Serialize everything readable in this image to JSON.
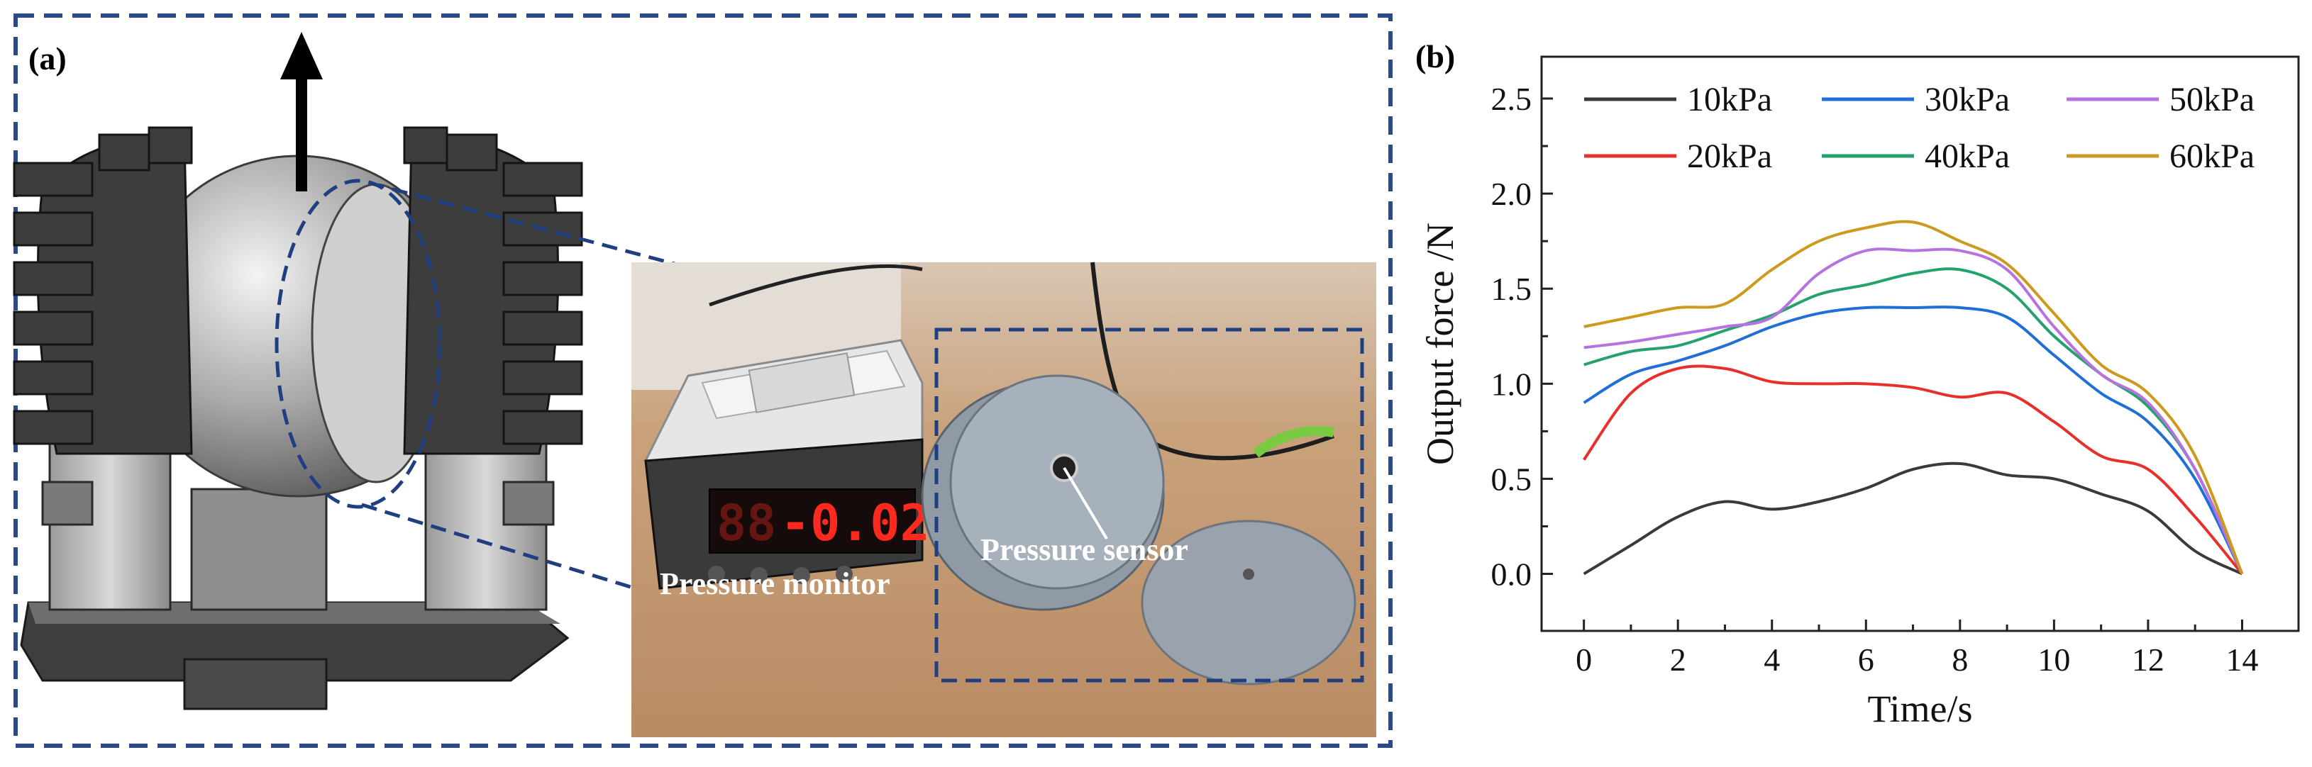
{
  "panel_a": {
    "label": "(a)",
    "photo_labels": {
      "pressure_monitor": "Pressure monitor",
      "pressure_sensor": "Pressure sensor"
    },
    "lcd_readout": "-0.02"
  },
  "chart_data": {
    "type": "line",
    "panel_label": "(b)",
    "xlabel": "Time/s",
    "ylabel": "Output force /N",
    "xlim": [
      -0.9,
      15.2
    ],
    "ylim": [
      -0.3,
      2.72
    ],
    "xticks": [
      0,
      2,
      4,
      6,
      8,
      10,
      12,
      14
    ],
    "yticks": [
      "0.0",
      "0.5",
      "1.0",
      "1.5",
      "2.0",
      "2.5"
    ],
    "grid": false,
    "legend": "top",
    "x": [
      0,
      1,
      2,
      3,
      4,
      5,
      6,
      7,
      8,
      9,
      10,
      11,
      12,
      13,
      14
    ],
    "series": [
      {
        "name": "10kPa",
        "color": "#3a3a3a",
        "values": [
          0.0,
          0.15,
          0.3,
          0.38,
          0.34,
          0.38,
          0.45,
          0.55,
          0.58,
          0.52,
          0.5,
          0.42,
          0.33,
          0.12,
          0.0
        ]
      },
      {
        "name": "20kPa",
        "color": "#e8302a",
        "values": [
          0.6,
          0.95,
          1.08,
          1.08,
          1.01,
          1.0,
          1.0,
          0.98,
          0.93,
          0.95,
          0.8,
          0.62,
          0.55,
          0.3,
          0.0
        ]
      },
      {
        "name": "30kPa",
        "color": "#1f6fd6",
        "values": [
          0.9,
          1.05,
          1.12,
          1.2,
          1.3,
          1.37,
          1.4,
          1.4,
          1.4,
          1.35,
          1.15,
          0.95,
          0.8,
          0.5,
          0.0
        ]
      },
      {
        "name": "40kPa",
        "color": "#23a36b",
        "values": [
          1.1,
          1.17,
          1.2,
          1.28,
          1.36,
          1.47,
          1.52,
          1.58,
          1.6,
          1.5,
          1.25,
          1.05,
          0.88,
          0.55,
          0.0
        ]
      },
      {
        "name": "50kPa",
        "color": "#b673e0",
        "values": [
          1.19,
          1.22,
          1.26,
          1.3,
          1.35,
          1.58,
          1.7,
          1.7,
          1.7,
          1.6,
          1.3,
          1.05,
          0.9,
          0.55,
          0.0
        ]
      },
      {
        "name": "60kPa",
        "color": "#cc9a1c",
        "values": [
          1.3,
          1.35,
          1.4,
          1.42,
          1.6,
          1.75,
          1.82,
          1.85,
          1.75,
          1.63,
          1.37,
          1.1,
          0.95,
          0.62,
          0.0
        ]
      }
    ]
  }
}
